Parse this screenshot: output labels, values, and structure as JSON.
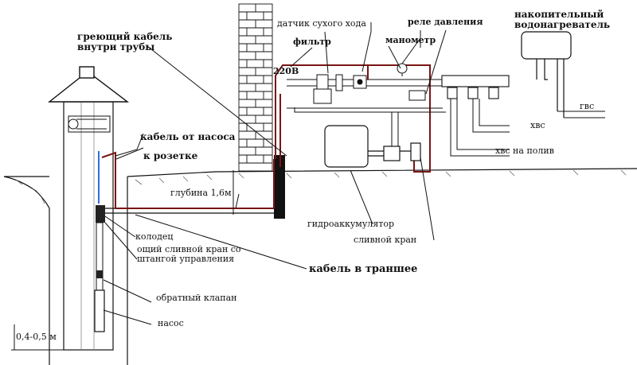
{
  "labels": {
    "heating_cable": "греющий кабель\nвнутри трубы",
    "dry_run_sensor": "датчик сухого хода",
    "pressure_relay": "реле давления",
    "storage_heater": "накопительный\nводонагреватель",
    "filter": "фильтр",
    "manometer": "манометр",
    "voltage": "220В",
    "pump_cable": "кабель от насоса",
    "to_socket": "к розетке",
    "hot_water": "гвс",
    "cold_water": "хвс",
    "irrigation": "хвс на полив",
    "depth": "глубина 1,6м",
    "accumulator": "гидроаккумулятор",
    "drain_valve": "сливной кран",
    "well": "колодец",
    "drain_valve_rod": "ощий сливной кран со\nштангой управления",
    "trench_cable": "кабель в траншее",
    "check_valve": "обратный клапан",
    "pump": "насос",
    "ground_depth": "0,4-0,5 м"
  },
  "colors": {
    "line": "#111111",
    "cable": "#7a1414",
    "pipe_blue": "#1a5fd6"
  }
}
